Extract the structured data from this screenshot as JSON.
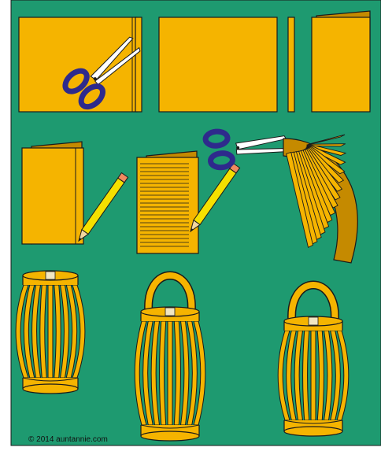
{
  "credit": "© 2014 auntannie.com",
  "colors": {
    "background": "#1e9a70",
    "paper": "#f5b400",
    "paper_shadow": "#c58a00",
    "outline": "#1a1a1a",
    "scissor_handle": "#2e2a8c",
    "blade": "#ffffff",
    "pencil": "#f5e000",
    "tape": "#f1e6c2"
  },
  "steps": [
    {
      "name": "cut-strip-off-paper"
    },
    {
      "name": "square-paper"
    },
    {
      "name": "paper-strip"
    },
    {
      "name": "folded-paper"
    },
    {
      "name": "pencil-marking"
    },
    {
      "name": "ruled-lines"
    },
    {
      "name": "cutting-slits"
    },
    {
      "name": "fanned-paper"
    },
    {
      "name": "lantern-open"
    },
    {
      "name": "lantern-with-handle"
    },
    {
      "name": "lantern-finished"
    }
  ]
}
